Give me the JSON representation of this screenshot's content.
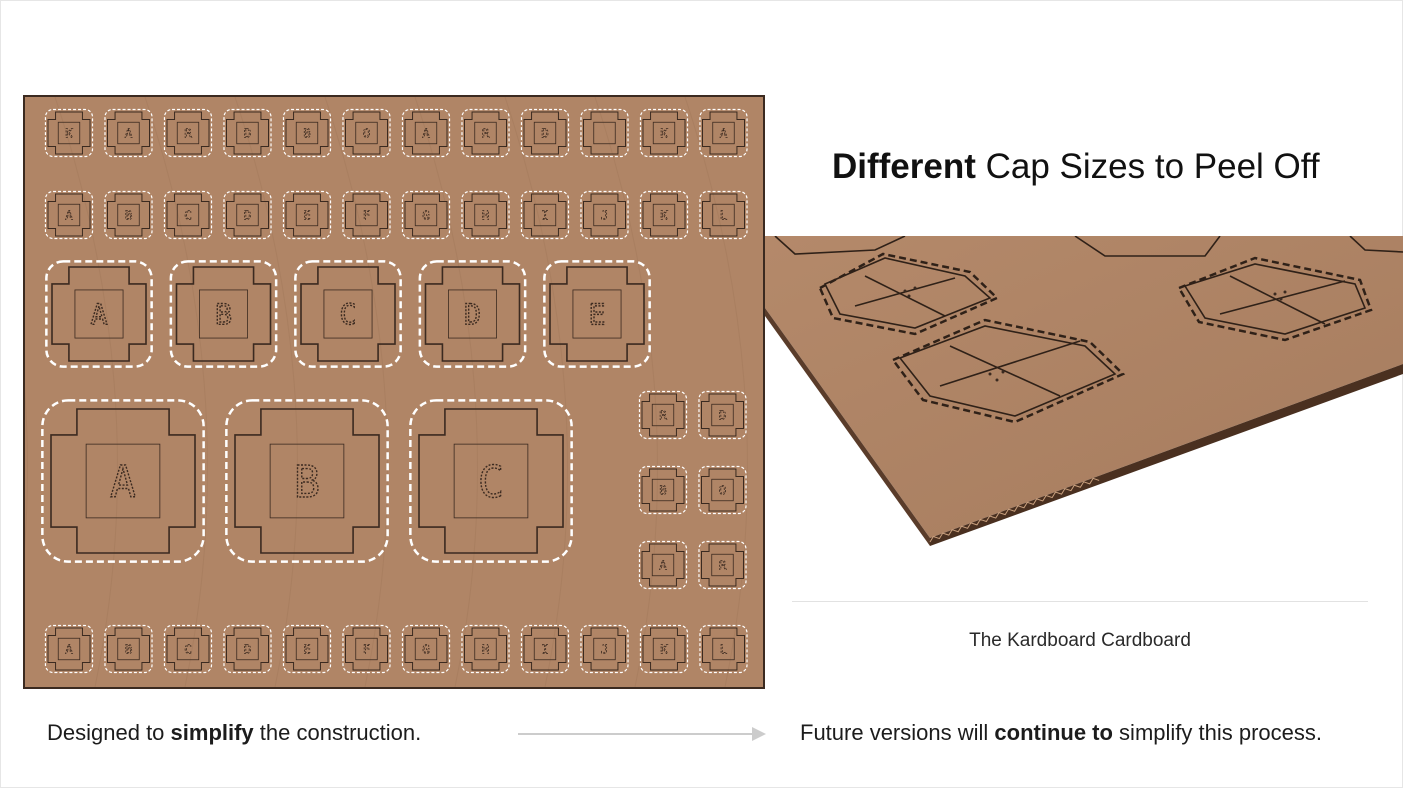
{
  "heading": {
    "bold": "Different",
    "rest": " Cap Sizes to Peel Off"
  },
  "caption": "The Kardboard Cardboard",
  "bottom_left": {
    "pre": "Designed to ",
    "bold": "simplify",
    "post": " the construction."
  },
  "bottom_right": {
    "pre": "Future versions will ",
    "bold": "continue to",
    "post": " simplify this process."
  },
  "sheet": {
    "row1_letters": [
      "K",
      "A",
      "R",
      "D",
      "B",
      "O",
      "A",
      "R",
      "D",
      "",
      "K",
      "A"
    ],
    "row2_letters": [
      "A",
      "B",
      "C",
      "D",
      "E",
      "F",
      "G",
      "H",
      "I",
      "J",
      "K",
      "L"
    ],
    "medium_letters": [
      "A",
      "B",
      "C",
      "D",
      "E"
    ],
    "large_letters": [
      "A",
      "B",
      "C"
    ],
    "right_column_letters": [
      "R",
      "D",
      "B",
      "O",
      "A",
      "R"
    ],
    "bottom_row_letters": [
      "A",
      "B",
      "C",
      "D",
      "E",
      "F",
      "G",
      "H",
      "I",
      "J",
      "K",
      "L"
    ]
  },
  "colors": {
    "cardboard": "#b08566",
    "cardboard_dark": "#8a6447",
    "cut_line": "#3b2a20",
    "perforation": "#ffffff",
    "arrow": "#cccccc"
  }
}
